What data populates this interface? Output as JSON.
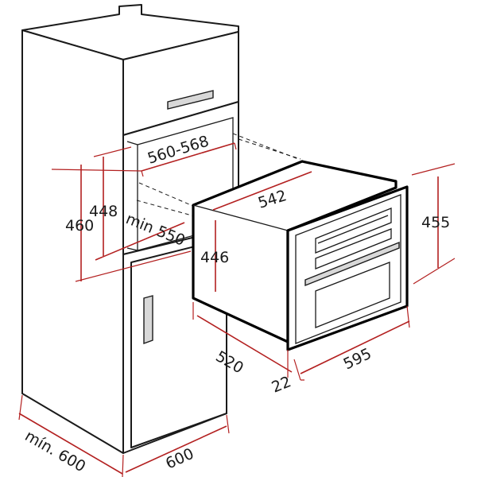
{
  "dimensions": {
    "cavity_width": "560-568",
    "cavity_height_inner": "448",
    "cavity_height_outer": "460",
    "cavity_depth_min": "min 550",
    "oven_body_width": "542",
    "oven_body_height": "446",
    "oven_front_height": "455",
    "oven_body_depth": "520",
    "oven_front_width": "595",
    "door_thickness": "22",
    "cabinet_depth_min": "mín. 600",
    "cabinet_width": "600"
  }
}
